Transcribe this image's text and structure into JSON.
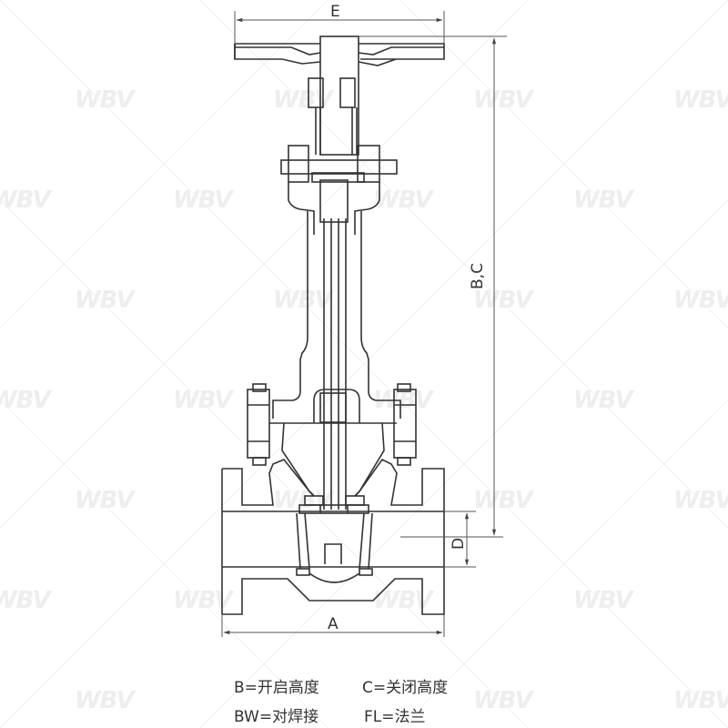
{
  "diagram": {
    "type": "cryogenic gate valve dimension drawing",
    "watermark_text": "WBV",
    "dimensions": {
      "E": "E",
      "BC": "B,C",
      "D": "D",
      "A": "A"
    },
    "legend": [
      {
        "key": "B",
        "text": "B=开启高度"
      },
      {
        "key": "C",
        "text": "C=关闭高度"
      },
      {
        "key": "BW",
        "text": "BW=对焊接"
      },
      {
        "key": "FL",
        "text": "FL=法兰"
      }
    ],
    "colors": {
      "line": "#333333",
      "dimension_line": "#666666",
      "watermark": "#eeeeee",
      "background": "#ffffff"
    }
  }
}
